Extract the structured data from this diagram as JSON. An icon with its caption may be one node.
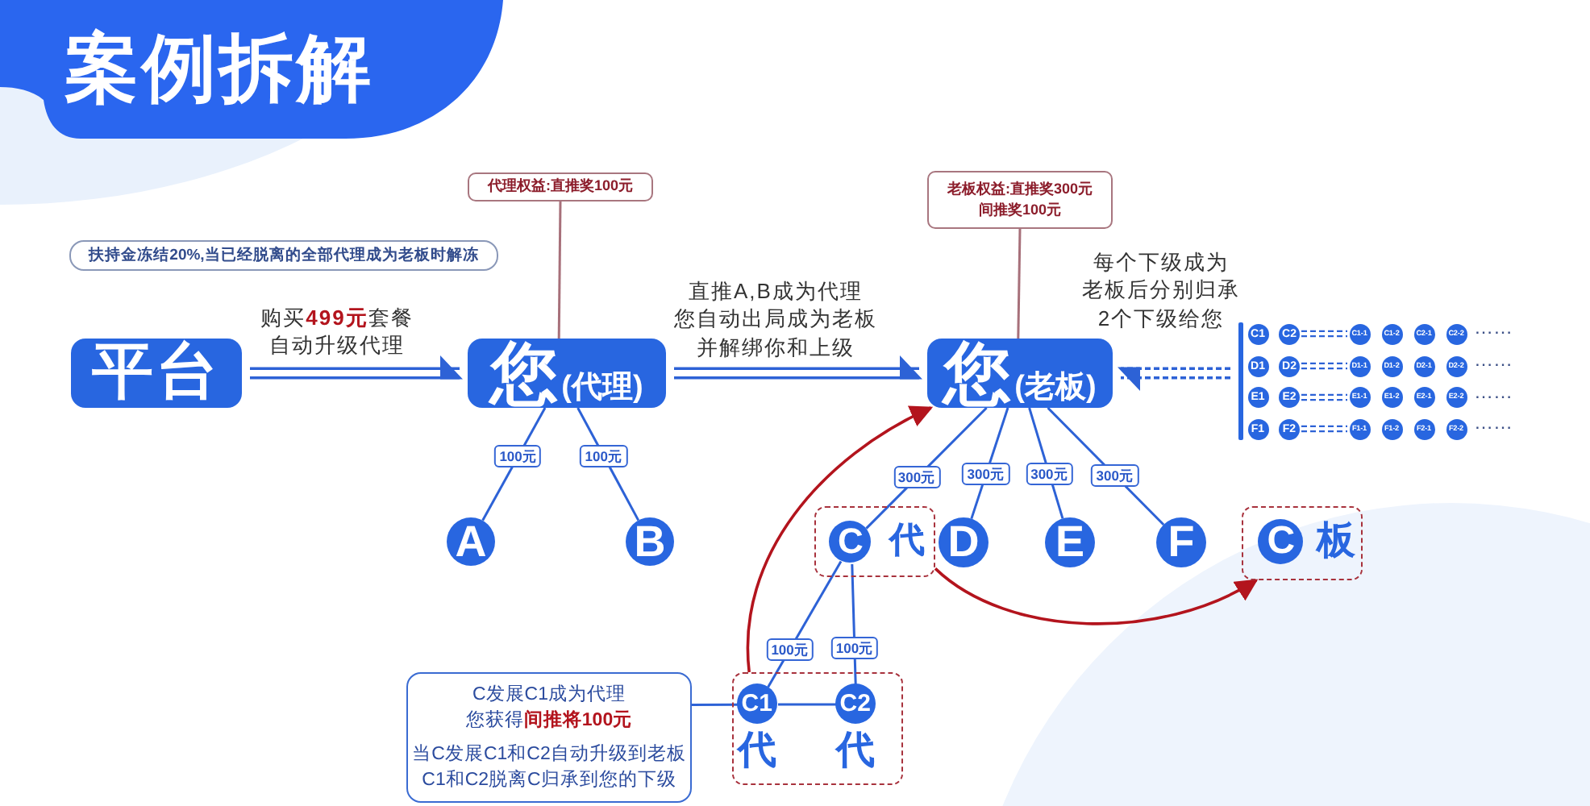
{
  "diagram": {
    "title": "案例拆解",
    "nodes": [
      {
        "text": [
          "平台"
        ]
      },
      {
        "text": [
          "您",
          "(代理)"
        ]
      },
      {
        "text": [
          "代理权益:直推奖100元"
        ]
      },
      {
        "text": [
          "扶持金冻结20%,当已经脱离的全部代理成为老板时解冻"
        ]
      },
      {
        "text": [
          "老板权益:直推奖300元",
          "间推奖100元"
        ]
      },
      {
        "text": [
          "您",
          "(老板)"
        ]
      },
      {
        "text": [
          "A"
        ]
      },
      {
        "text": [
          "B"
        ]
      },
      {
        "text": [],
        "shape": "box"
      },
      {
        "text": [
          "C"
        ],
        "in": 8,
        "beside": [
          "代"
        ]
      },
      {
        "text": [
          "D"
        ]
      },
      {
        "text": [
          "E"
        ]
      },
      {
        "text": [
          "F"
        ]
      },
      {
        "text": [],
        "shape": "box"
      },
      {
        "text": [
          "C"
        ],
        "in": 13,
        "beside": [
          "板"
        ]
      },
      {
        "text": [],
        "shape": "box"
      },
      {
        "text": [
          "C1"
        ],
        "in": 15,
        "beside": [
          "代"
        ]
      },
      {
        "text": [
          "C2"
        ],
        "in": 15,
        "beside": [
          "代"
        ]
      },
      {
        "text": [
          "C发展C1成为代理您获得**间推将100元**",
          "当C发展C1和C2自动升级到老板C1和C2脱离C归承到您的下级"
        ]
      },
      {
        "text": [],
        "shape": "bar"
      },
      {
        "text": [
          "C1"
        ]
      },
      {
        "text": [
          "C2"
        ]
      },
      {
        "text": [
          "C1-1"
        ]
      },
      {
        "text": [
          "C1-2"
        ]
      },
      {
        "text": [
          "C2-1"
        ]
      },
      {
        "text": [
          "C2-2"
        ]
      },
      {
        "text": [
          "D1"
        ]
      },
      {
        "text": [
          "D2"
        ]
      },
      {
        "text": [
          "D1-1"
        ]
      },
      {
        "text": [
          "D1-2"
        ]
      },
      {
        "text": [
          "D2-1"
        ]
      },
      {
        "text": [
          "D2-2"
        ]
      },
      {
        "text": [
          "E1"
        ]
      },
      {
        "text": [
          "E2"
        ]
      },
      {
        "text": [
          "E1-1"
        ]
      },
      {
        "text": [
          "E1-2"
        ]
      },
      {
        "text": [
          "E2-1"
        ]
      },
      {
        "text": [
          "E2-2"
        ]
      },
      {
        "text": [
          "F1"
        ]
      },
      {
        "text": [
          "F2"
        ]
      },
      {
        "text": [
          "F1-1"
        ]
      },
      {
        "text": [
          "F1-2"
        ]
      },
      {
        "text": [
          "F2-1"
        ]
      },
      {
        "text": [
          "F2-2"
        ]
      }
    ],
    "edges": [
      {
        "from": 0,
        "to": 1,
        "arrow": "to",
        "label": "购买**499元**套餐自动升级代理"
      },
      {
        "from": 1,
        "to": 5,
        "arrow": "to",
        "label": "直推A,B成为代理您自动出局成为老板并解绑你和上级"
      },
      {
        "from": 19,
        "to": 5,
        "arrow": "to",
        "label": "每个下级成为老板后分别归承2个下级给您",
        "style": "dashed"
      },
      {
        "from": 2,
        "to": 1,
        "arrow": "none",
        "color": "#a7707a"
      },
      {
        "from": 4,
        "to": 5,
        "arrow": "none",
        "color": "#a7707a"
      },
      {
        "from": 1,
        "to": 6,
        "arrow": "none",
        "label": "100元"
      },
      {
        "from": 1,
        "to": 7,
        "arrow": "none",
        "label": "100元"
      },
      {
        "from": 5,
        "to": 9,
        "arrow": "none",
        "label": "300元"
      },
      {
        "from": 5,
        "to": 10,
        "arrow": "none",
        "label": "300元"
      },
      {
        "from": 5,
        "to": 11,
        "arrow": "none",
        "label": "300元"
      },
      {
        "from": 5,
        "to": 12,
        "arrow": "none",
        "label": "300元"
      },
      {
        "from": 9,
        "to": 16,
        "arrow": "none",
        "label": "100元"
      },
      {
        "from": 9,
        "to": 17,
        "arrow": "none",
        "label": "100元"
      },
      {
        "from": 16,
        "to": 17,
        "arrow": "none"
      },
      {
        "from": 18,
        "to": 16,
        "arrow": "none"
      },
      {
        "from": 15,
        "to": 5,
        "arrow": "to",
        "color": "#b3141d"
      },
      {
        "from": 8,
        "to": 13,
        "arrow": "to",
        "color": "#b3141d"
      },
      {
        "from": 21,
        "to": 22,
        "arrow": "none",
        "style": "dashed"
      },
      {
        "from": 27,
        "to": 28,
        "arrow": "none",
        "style": "dashed"
      },
      {
        "from": 33,
        "to": 34,
        "arrow": "none",
        "style": "dashed"
      },
      {
        "from": 39,
        "to": 40,
        "arrow": "none",
        "style": "dashed"
      }
    ],
    "labels": [
      "……",
      "……",
      "……",
      "……"
    ]
  }
}
